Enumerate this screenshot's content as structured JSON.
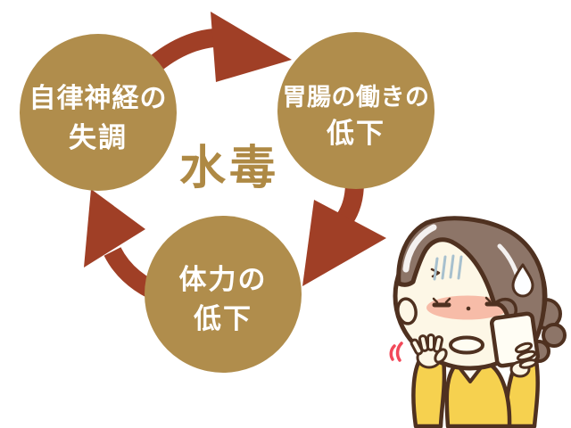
{
  "page": {
    "background": "#ffffff"
  },
  "diagram": {
    "type": "cycle",
    "direction": "clockwise",
    "center_label": "水毒",
    "nodes": [
      {
        "id": "autonomic-nerve-imbalance",
        "lines": [
          "自律神経の",
          "失調"
        ]
      },
      {
        "id": "gastro-function-decline",
        "lines": [
          "胃腸の働きの",
          "低下"
        ]
      },
      {
        "id": "physical-strength-decline",
        "lines": [
          "体力の",
          "低下"
        ]
      }
    ],
    "edges": [
      {
        "from": "autonomic-nerve-imbalance",
        "to": "gastro-function-decline"
      },
      {
        "from": "gastro-function-decline",
        "to": "physical-strength-decline"
      },
      {
        "from": "physical-strength-decline",
        "to": "autonomic-nerve-imbalance"
      }
    ],
    "colors": {
      "node_fill": "#b08d4c",
      "node_text": "#ffffff",
      "arrow": "#a03f26",
      "center_text": "#ae8944"
    }
  },
  "illustration": {
    "subject": "worried-woman-holding-phone",
    "colors": {
      "skin": "#fdf7e6",
      "hair": "#8d7568",
      "outline": "#4f3120",
      "sweater": "#f6d14f",
      "shirt": "#fdfaf0",
      "blush": "#f7bca8",
      "gloom_lines": "#a7c0ce",
      "tremble_marks": "#f2495a",
      "sweat_drop": "#fdfeff",
      "phone": "#fffdf4",
      "mouth": "#fffdf2",
      "highlight": "#ffffff"
    }
  }
}
